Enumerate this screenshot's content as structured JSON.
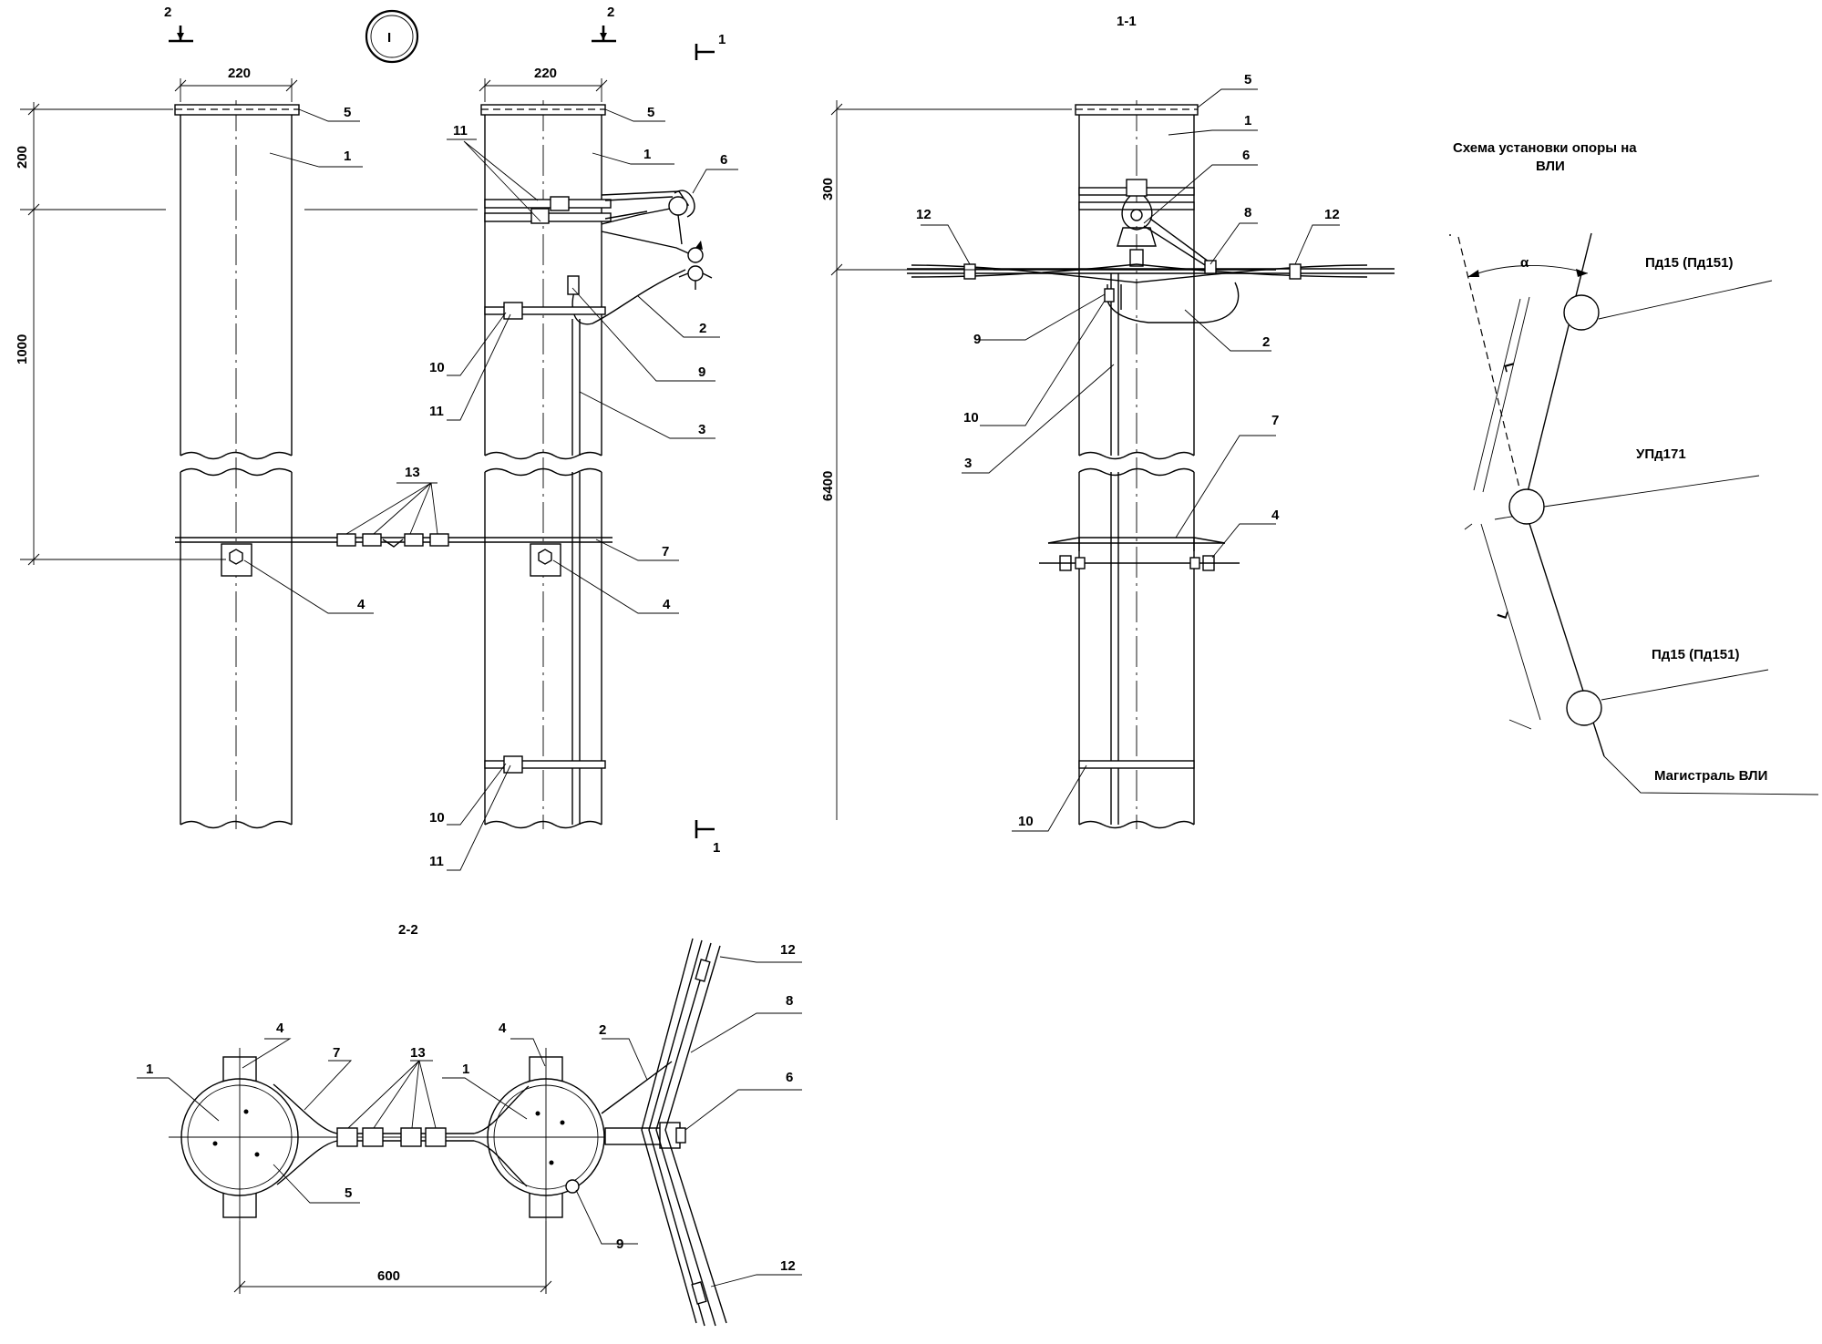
{
  "diagram": {
    "node_marker": "I",
    "section_1_title": "1-1",
    "section_2_title": "2-2",
    "section_mark_2": "2",
    "section_mark_1": "1",
    "dim_220": "220",
    "dim_200": "200",
    "dim_1000": "1000",
    "dim_300": "300",
    "dim_6400": "6400",
    "dim_600": "600",
    "scheme_title_line1": "Схема установки опоры на",
    "scheme_title_line2": "ВЛИ",
    "scheme_labels": {
      "pole_top": "Пд15 (Пд151)",
      "pole_mid": "УПд171",
      "pole_bottom": "Пд15 (Пд151)",
      "mainline": "Магистраль ВЛИ",
      "angle": "α",
      "span": "L"
    },
    "positions": {
      "p1": "1",
      "p2": "2",
      "p3": "3",
      "p4": "4",
      "p5": "5",
      "p6": "6",
      "p7": "7",
      "p8": "8",
      "p9": "9",
      "p10": "10",
      "p11": "11",
      "p12": "12",
      "p13": "13"
    }
  }
}
